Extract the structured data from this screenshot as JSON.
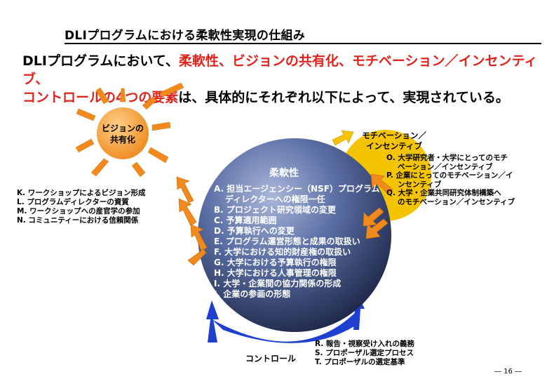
{
  "title": "DLIプログラムにおける柔軟性実現の仕組み",
  "lead": {
    "p1": "DLIプログラムにおいて、",
    "h1": "柔軟性、ビジョンの共有化、モチベーション／インセンティブ、",
    "h2": "コントロールの4つの要素",
    "p2": "は、具体的にそれぞれ以下によって、実現されている。"
  },
  "sun": {
    "line1": "ビジョンの",
    "line2": "共有化"
  },
  "vision_list": [
    "K. ワークショップによるビジョン形成",
    "L. プログラムディレクターの資質",
    "M. ワークショップへの産官学の参加",
    "N. コミュニティーにおける信頼関係"
  ],
  "flexibility": {
    "title": "柔軟性",
    "items": [
      "A. 担当エージェンシー（NSF）プログラム",
      "ディレクターへの権限一任",
      "B. プロジェクト研究領域の変更",
      "C. 予算適用範囲",
      "D. 予算執行への変更",
      "E. プログラム運営形態と成果の取扱い",
      "F. 大学における知的財産権の取扱い",
      "G. 大学における予算執行の権限",
      "H. 大学における人事管理の権限",
      "I. 大学・企業間の協力関係の形成",
      "J. 企業の参画の形態"
    ]
  },
  "motivation": {
    "title_line1": "モチベーション／",
    "title_line2": "インセンティブ",
    "items": [
      "O. 大学研究者・大学にとってのモチ",
      "ベーション／インセンティブ",
      "P. 企業にとってのモチベーション／イ",
      "ンセンティブ",
      "Q. 大学・企業共同研究体制構築へ",
      "のモチベーション／インセンティブ"
    ]
  },
  "control": {
    "label": "コントロール",
    "items": [
      "R. 報告・視察受け入れの義務",
      "S. プロポーザル選定プロセス",
      "T. プロポーザルの選定基準"
    ]
  },
  "page_number": "― 16 ―",
  "colors": {
    "accent_red": "#e0241b",
    "sun_orange": "#f08a1c",
    "sphere_blue": "#3a4f86",
    "moti_yellow": "#f5c400",
    "control_blue": "#1f3fd0"
  }
}
